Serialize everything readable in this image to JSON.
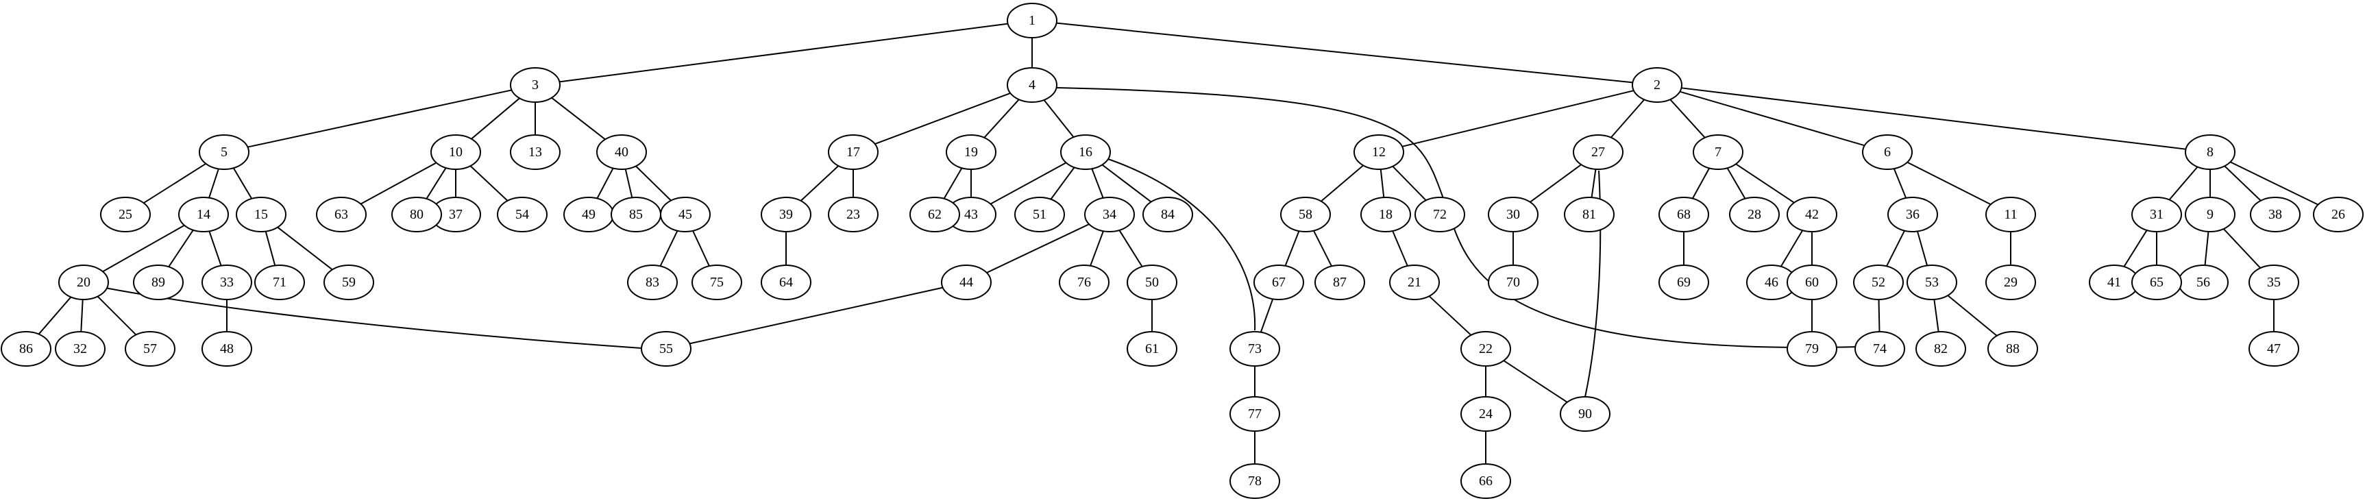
{
  "graph": {
    "nodes": [
      "1",
      "2",
      "3",
      "4",
      "5",
      "6",
      "7",
      "8",
      "9",
      "10",
      "11",
      "12",
      "13",
      "14",
      "15",
      "16",
      "17",
      "18",
      "19",
      "20",
      "21",
      "22",
      "23",
      "24",
      "25",
      "26",
      "27",
      "28",
      "29",
      "30",
      "31",
      "32",
      "33",
      "34",
      "35",
      "36",
      "37",
      "38",
      "39",
      "40",
      "41",
      "42",
      "43",
      "44",
      "45",
      "46",
      "47",
      "48",
      "49",
      "50",
      "51",
      "52",
      "53",
      "54",
      "55",
      "56",
      "57",
      "58",
      "59",
      "60",
      "61",
      "62",
      "63",
      "64",
      "65",
      "66",
      "67",
      "68",
      "69",
      "70",
      "71",
      "72",
      "73",
      "74",
      "75",
      "76",
      "77",
      "78",
      "79",
      "80",
      "81",
      "82",
      "83",
      "84",
      "85",
      "86",
      "87",
      "88",
      "89",
      "90"
    ],
    "edges": [
      [
        "1",
        "3"
      ],
      [
        "1",
        "4"
      ],
      [
        "1",
        "2"
      ],
      [
        "3",
        "5"
      ],
      [
        "3",
        "10"
      ],
      [
        "3",
        "13"
      ],
      [
        "3",
        "40"
      ],
      [
        "4",
        "17"
      ],
      [
        "4",
        "19"
      ],
      [
        "4",
        "16"
      ],
      [
        "4",
        "74"
      ],
      [
        "2",
        "12"
      ],
      [
        "2",
        "27"
      ],
      [
        "2",
        "7"
      ],
      [
        "2",
        "6"
      ],
      [
        "2",
        "8"
      ],
      [
        "5",
        "25"
      ],
      [
        "5",
        "14"
      ],
      [
        "5",
        "15"
      ],
      [
        "10",
        "63"
      ],
      [
        "10",
        "80"
      ],
      [
        "10",
        "37"
      ],
      [
        "10",
        "54"
      ],
      [
        "40",
        "49"
      ],
      [
        "40",
        "85"
      ],
      [
        "40",
        "45"
      ],
      [
        "17",
        "39"
      ],
      [
        "17",
        "23"
      ],
      [
        "19",
        "62"
      ],
      [
        "19",
        "43"
      ],
      [
        "16",
        "43"
      ],
      [
        "16",
        "51"
      ],
      [
        "16",
        "34"
      ],
      [
        "16",
        "84"
      ],
      [
        "16",
        "73"
      ],
      [
        "12",
        "58"
      ],
      [
        "12",
        "18"
      ],
      [
        "12",
        "72"
      ],
      [
        "27",
        "30"
      ],
      [
        "27",
        "81"
      ],
      [
        "27",
        "90"
      ],
      [
        "7",
        "68"
      ],
      [
        "7",
        "28"
      ],
      [
        "7",
        "42"
      ],
      [
        "6",
        "36"
      ],
      [
        "6",
        "11"
      ],
      [
        "8",
        "31"
      ],
      [
        "8",
        "9"
      ],
      [
        "8",
        "38"
      ],
      [
        "8",
        "26"
      ],
      [
        "14",
        "20"
      ],
      [
        "14",
        "89"
      ],
      [
        "14",
        "33"
      ],
      [
        "15",
        "71"
      ],
      [
        "15",
        "59"
      ],
      [
        "45",
        "83"
      ],
      [
        "45",
        "75"
      ],
      [
        "39",
        "64"
      ],
      [
        "34",
        "44"
      ],
      [
        "34",
        "76"
      ],
      [
        "34",
        "50"
      ],
      [
        "58",
        "67"
      ],
      [
        "58",
        "87"
      ],
      [
        "18",
        "21"
      ],
      [
        "30",
        "70"
      ],
      [
        "68",
        "69"
      ],
      [
        "42",
        "46"
      ],
      [
        "42",
        "60"
      ],
      [
        "36",
        "52"
      ],
      [
        "36",
        "53"
      ],
      [
        "11",
        "29"
      ],
      [
        "31",
        "41"
      ],
      [
        "31",
        "65"
      ],
      [
        "9",
        "56"
      ],
      [
        "9",
        "35"
      ],
      [
        "20",
        "86"
      ],
      [
        "20",
        "32"
      ],
      [
        "20",
        "57"
      ],
      [
        "20",
        "55"
      ],
      [
        "33",
        "48"
      ],
      [
        "44",
        "55"
      ],
      [
        "50",
        "61"
      ],
      [
        "67",
        "73"
      ],
      [
        "21",
        "22"
      ],
      [
        "60",
        "79"
      ],
      [
        "52",
        "74"
      ],
      [
        "53",
        "82"
      ],
      [
        "53",
        "88"
      ],
      [
        "35",
        "47"
      ],
      [
        "73",
        "77"
      ],
      [
        "22",
        "24"
      ],
      [
        "22",
        "90"
      ],
      [
        "77",
        "78"
      ],
      [
        "24",
        "66"
      ]
    ]
  }
}
